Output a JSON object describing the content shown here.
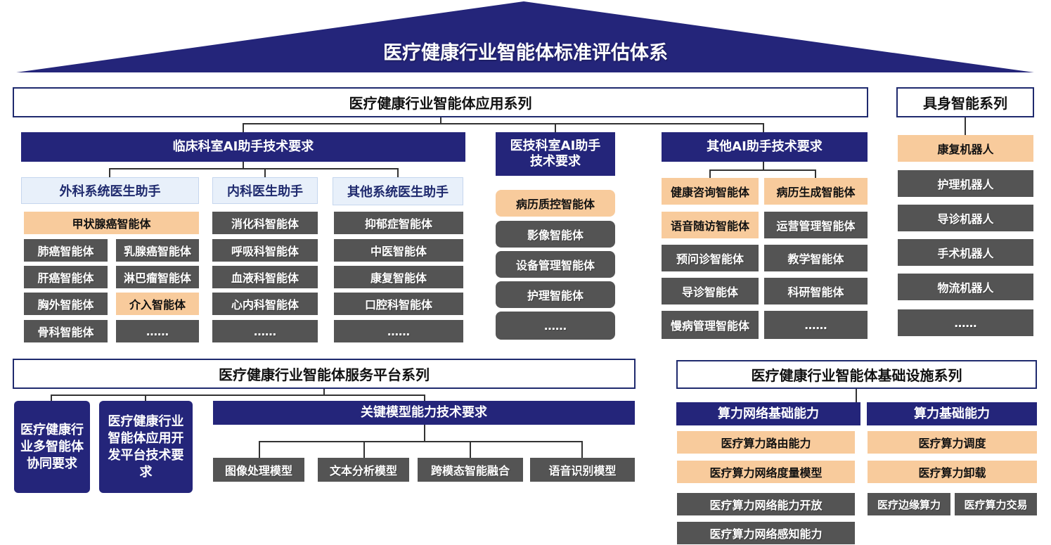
{
  "title": "医疗健康行业智能体标准评估体系",
  "application_series": {
    "title": "医疗健康行业智能体应用系列",
    "clinical": {
      "title": "临床科室AI助手技术要求",
      "surgery": {
        "title": "外科系统医生助手",
        "wide_item": "甲状腺癌智能体",
        "left_items": [
          "肺癌智能体",
          "肝癌智能体",
          "胸外智能体",
          "骨科智能体"
        ],
        "right_items": [
          "乳腺癌智能体",
          "淋巴瘤智能体",
          "介入智能体",
          "……"
        ]
      },
      "internal": {
        "title": "内科医生助手",
        "items": [
          "消化科智能体",
          "呼吸科智能体",
          "血液科智能体",
          "心内科智能体",
          "……"
        ]
      },
      "other_systems": {
        "title": "其他系统医生助手",
        "items": [
          "抑郁症智能体",
          "中医智能体",
          "康复智能体",
          "口腔科智能体",
          "……"
        ]
      }
    },
    "medtech": {
      "title": "医技科室AI助手技术要求",
      "items": [
        "病历质控智能体",
        "影像智能体",
        "设备管理智能体",
        "护理智能体",
        "……"
      ]
    },
    "other_ai": {
      "title": "其他AI助手技术要求",
      "left_items": [
        "健康咨询智能体",
        "语音随访智能体",
        "预问诊智能体",
        "导诊智能体",
        "慢病管理智能体"
      ],
      "right_items": [
        "病历生成智能体",
        "运营管理智能体",
        "教学智能体",
        "科研智能体",
        "……"
      ]
    }
  },
  "embodied_series": {
    "title": "具身智能系列",
    "items": [
      "康复机器人",
      "护理机器人",
      "导诊机器人",
      "手术机器人",
      "物流机器人",
      "……"
    ]
  },
  "service_platform": {
    "title": "医疗健康行业智能体服务平台系列",
    "card1": "医疗健康行业多智能体协同要求",
    "card2": "医疗健康行业智能体应用开发平台技术要求",
    "models": {
      "title": "关键模型能力技术要求",
      "items": [
        "图像处理模型",
        "文本分析模型",
        "跨模态智能融合",
        "语音识别模型"
      ]
    }
  },
  "infrastructure": {
    "title": "医疗健康行业智能体基础设施系列",
    "network": {
      "title": "算力网络基础能力",
      "items": [
        "医疗算力路由能力",
        "医疗算力网络度量模型",
        "医疗算力网络能力开放",
        "医疗算力网络感知能力"
      ]
    },
    "compute": {
      "title": "算力基础能力",
      "items": [
        "医疗算力调度",
        "医疗算力卸载",
        "医疗边缘算力",
        "医疗算力交易"
      ]
    }
  },
  "colors": {
    "navy": "#24257a",
    "gray": "#545454",
    "peach": "#f8cb9c",
    "light_blue": "#e8f0fa"
  }
}
